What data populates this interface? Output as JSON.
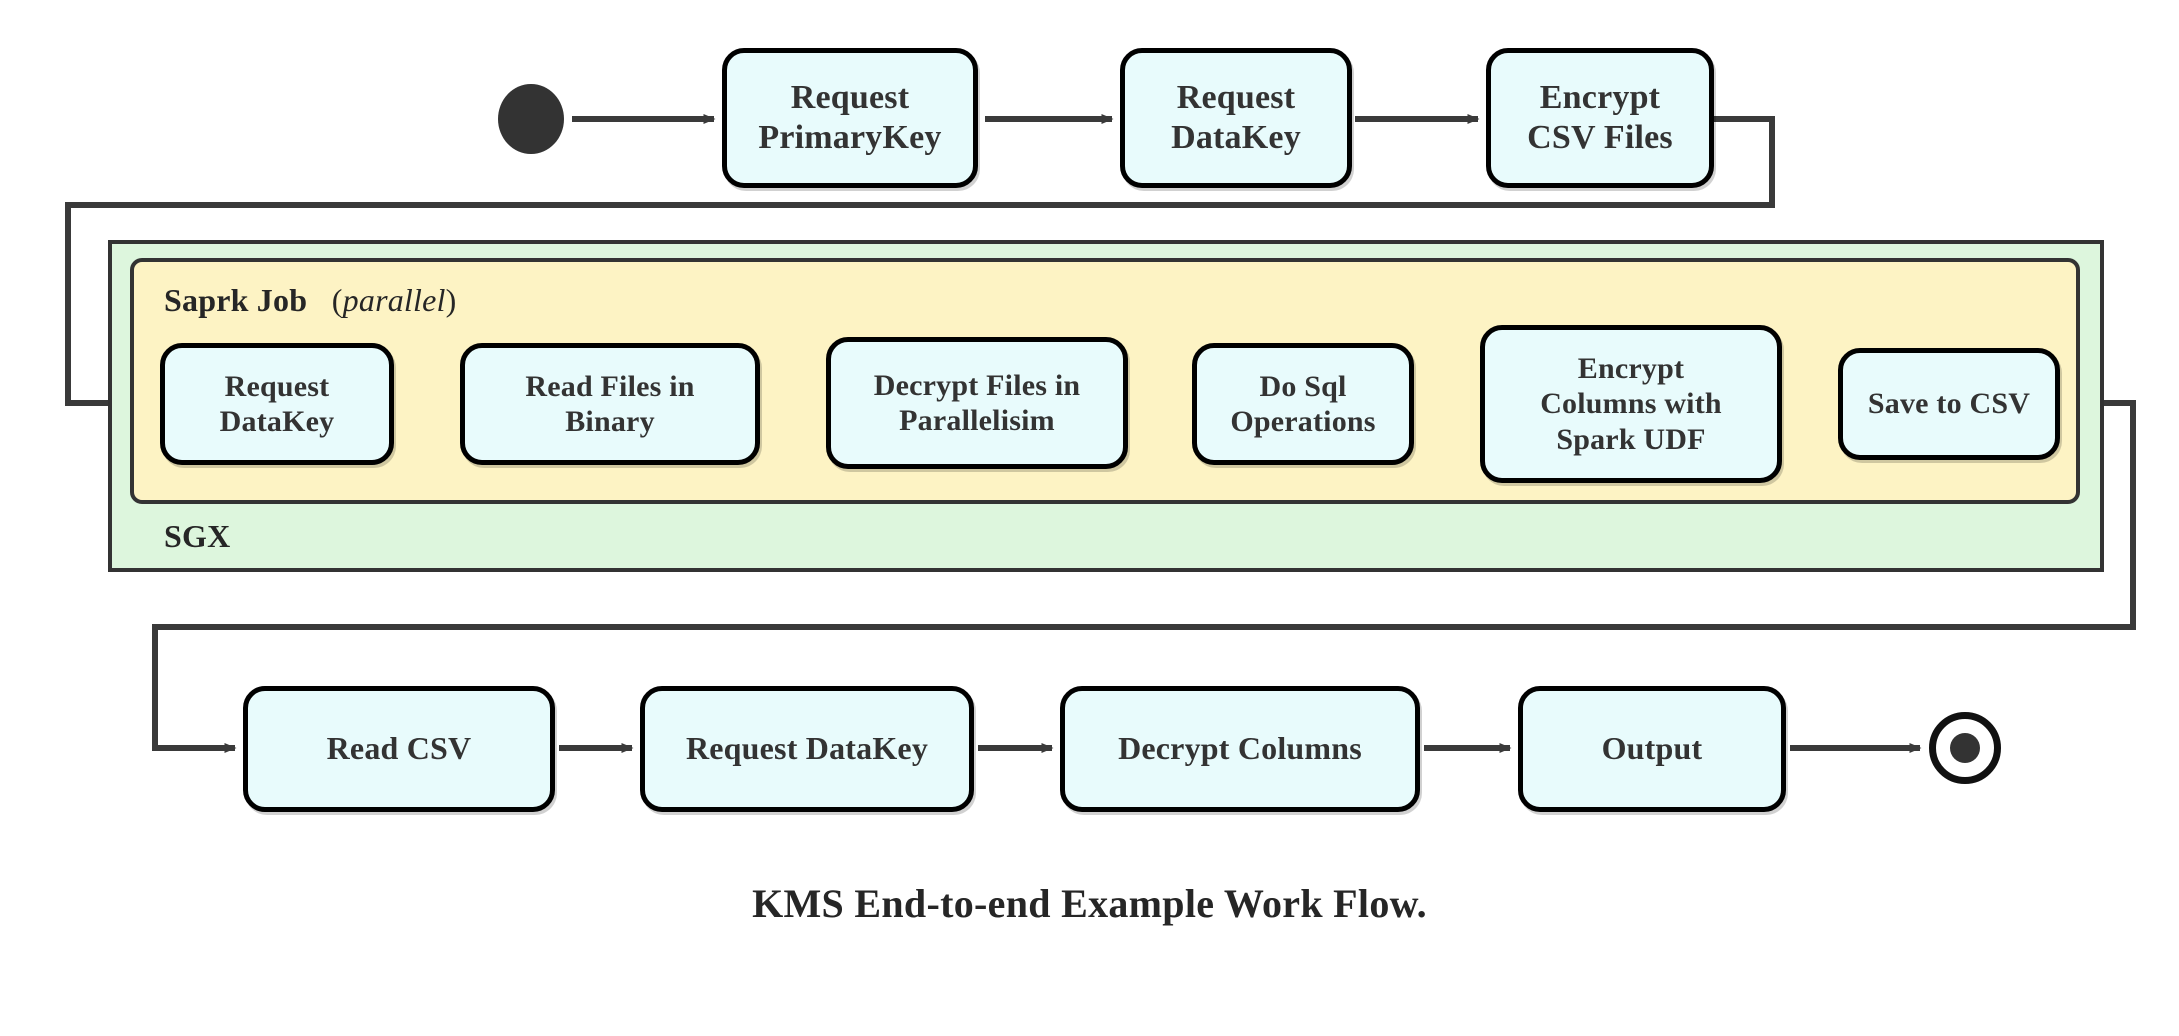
{
  "diagram": {
    "title": "KMS End-to-end Example Work Flow.",
    "colors": {
      "node_fill": "#e8fbfc",
      "node_stroke": "#000000",
      "spark_fill": "#fdf3c4",
      "sgx_fill": "#ddf6dd",
      "container_stroke": "#333333",
      "line": "#3a3a3a",
      "text": "#333333",
      "background": "#ffffff"
    },
    "start_node": {
      "name": "start",
      "shape": "filled-circle"
    },
    "end_node": {
      "name": "end",
      "shape": "ringed-circle"
    },
    "containers": [
      {
        "id": "sgx",
        "label": "SGX",
        "label_position": "bottom-left"
      },
      {
        "id": "spark",
        "label": "Saprk Job",
        "qualifier": "(parallel)",
        "qualifier_text": "parallel",
        "label_position": "top-left"
      }
    ],
    "rows": [
      {
        "id": "row-top",
        "nodes": [
          {
            "id": "request-primarykey",
            "lines": [
              "Request",
              "PrimaryKey"
            ]
          },
          {
            "id": "request-datakey-top",
            "lines": [
              "Request",
              "DataKey"
            ]
          },
          {
            "id": "encrypt-csv-files",
            "lines": [
              "Encrypt",
              "CSV Files"
            ]
          }
        ]
      },
      {
        "id": "row-spark",
        "nodes": [
          {
            "id": "request-datakey-spark",
            "lines": [
              "Request",
              "DataKey"
            ]
          },
          {
            "id": "read-files-in-binary",
            "lines": [
              "Read Files in",
              "Binary"
            ]
          },
          {
            "id": "decrypt-files-in-parallelisim",
            "lines": [
              "Decrypt Files in",
              "Parallelisim"
            ]
          },
          {
            "id": "do-sql-operations",
            "lines": [
              "Do Sql",
              "Operations"
            ]
          },
          {
            "id": "encrypt-columns-with-spark-udf",
            "lines": [
              "Encrypt",
              "Columns with",
              "Spark UDF"
            ]
          },
          {
            "id": "save-to-csv",
            "lines": [
              "Save to CSV"
            ]
          }
        ]
      },
      {
        "id": "row-bottom",
        "nodes": [
          {
            "id": "read-csv",
            "lines": [
              "Read CSV"
            ]
          },
          {
            "id": "request-datakey-bottom",
            "lines": [
              "Request DataKey"
            ]
          },
          {
            "id": "decrypt-columns",
            "lines": [
              "Decrypt Columns"
            ]
          },
          {
            "id": "output",
            "lines": [
              "Output"
            ]
          }
        ]
      }
    ],
    "edges": [
      {
        "from": "start",
        "to": "request-primarykey",
        "style": "straight"
      },
      {
        "from": "request-primarykey",
        "to": "request-datakey-top",
        "style": "straight"
      },
      {
        "from": "request-datakey-top",
        "to": "encrypt-csv-files",
        "style": "straight"
      },
      {
        "from": "encrypt-csv-files",
        "to": "request-datakey-spark",
        "style": "orthogonal-wrap-left"
      },
      {
        "from": "request-datakey-spark",
        "to": "read-files-in-binary",
        "style": "straight"
      },
      {
        "from": "read-files-in-binary",
        "to": "decrypt-files-in-parallelisim",
        "style": "straight"
      },
      {
        "from": "decrypt-files-in-parallelisim",
        "to": "do-sql-operations",
        "style": "straight"
      },
      {
        "from": "do-sql-operations",
        "to": "encrypt-columns-with-spark-udf",
        "style": "straight"
      },
      {
        "from": "encrypt-columns-with-spark-udf",
        "to": "save-to-csv",
        "style": "straight"
      },
      {
        "from": "save-to-csv",
        "to": "read-csv",
        "style": "orthogonal-wrap-right"
      },
      {
        "from": "read-csv",
        "to": "request-datakey-bottom",
        "style": "straight"
      },
      {
        "from": "request-datakey-bottom",
        "to": "decrypt-columns",
        "style": "straight"
      },
      {
        "from": "decrypt-columns",
        "to": "output",
        "style": "straight"
      },
      {
        "from": "output",
        "to": "end",
        "style": "straight"
      }
    ]
  }
}
